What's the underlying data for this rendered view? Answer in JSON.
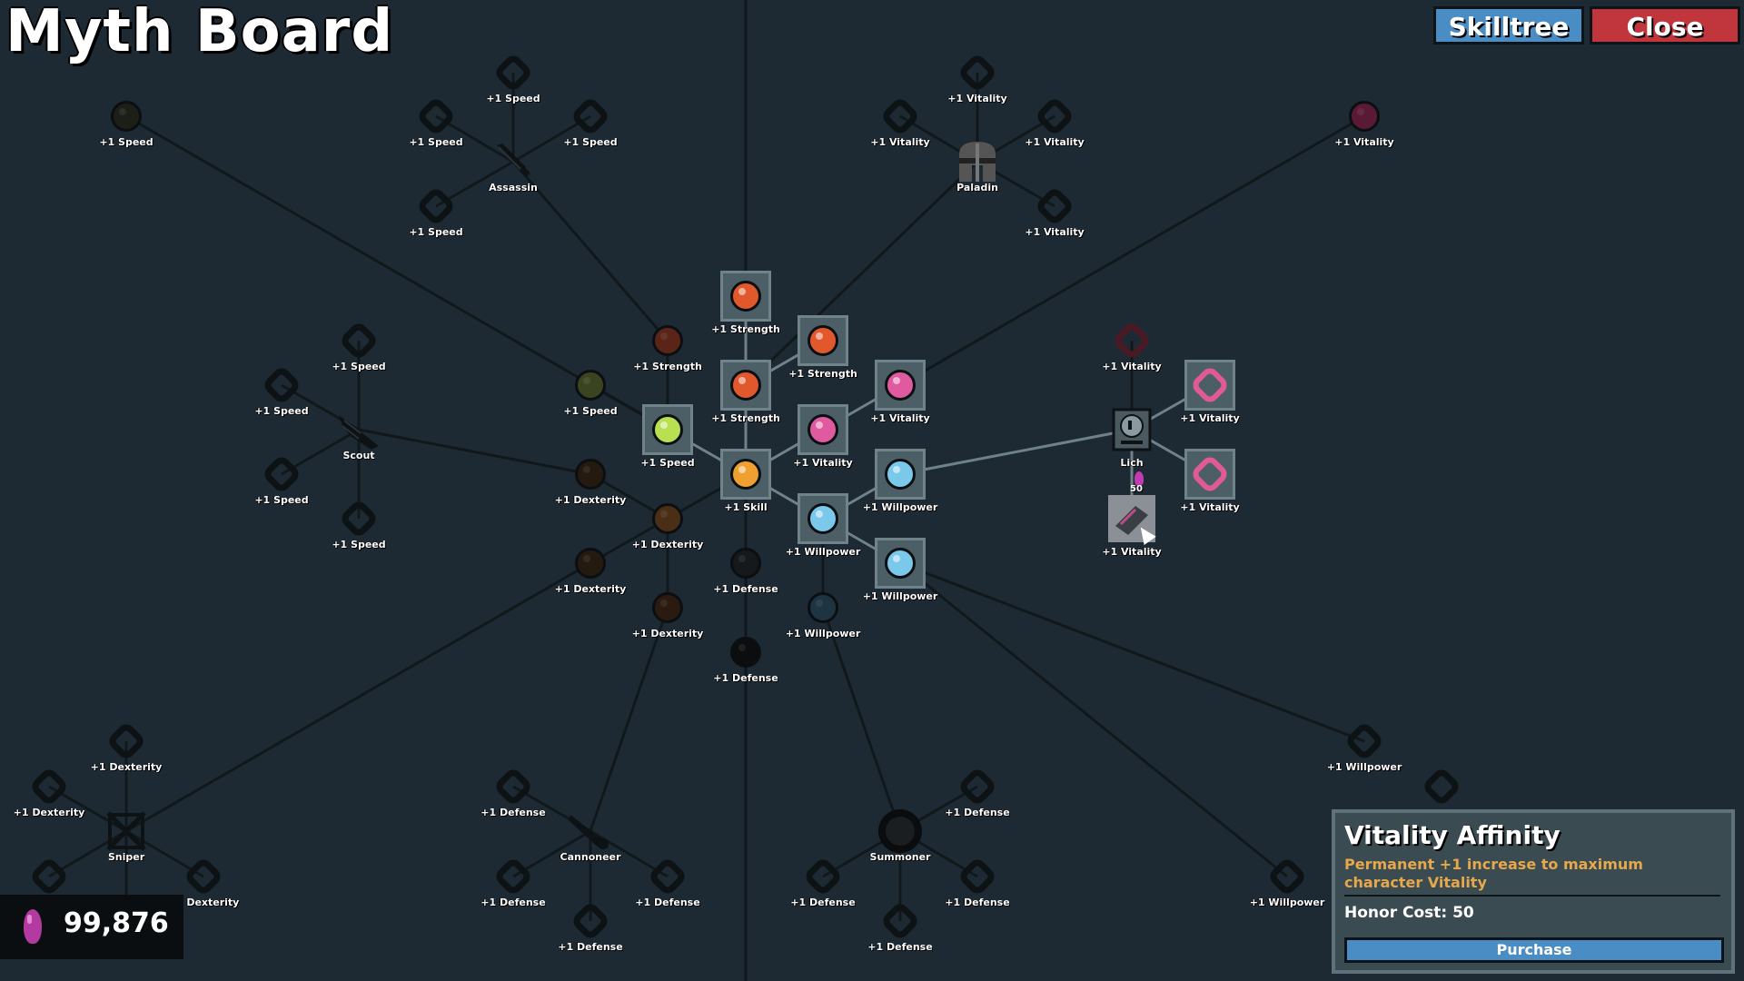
{
  "title": "Myth Board",
  "buttons": {
    "skilltree": "Skilltree",
    "close": "Close"
  },
  "currency": {
    "value": "99,876"
  },
  "tooltip": {
    "title": "Vitality Affinity",
    "description": "Permanent +1 increase to maximum character Vitality",
    "cost": "Honor Cost: 50",
    "button": "Purchase"
  },
  "lich_cost": "50",
  "colors": {
    "strength": "#e05a2a",
    "vitality": "#e05aa0",
    "speed": "#a8d84a",
    "skill": "#f0a030",
    "willpower": "#7ac8ea",
    "dexterity": "#5a3a1a",
    "defense": "#101417",
    "skilltree_button": "#4a8cc4",
    "close_button": "#c0363c"
  },
  "nodes": [
    {
      "id": "s1",
      "label": "+1 Speed",
      "kind": "ring"
    },
    {
      "id": "s2",
      "label": "+1 Speed",
      "kind": "ring"
    },
    {
      "id": "s3",
      "label": "+1 Speed",
      "kind": "ring"
    },
    {
      "id": "s4",
      "label": "+1 Speed",
      "kind": "ring"
    },
    {
      "id": "s5",
      "label": "+1 Speed",
      "kind": "orb-dim",
      "color": "#1c1f18"
    },
    {
      "id": "assassin",
      "label": "Assassin",
      "kind": "class",
      "icon": "dagger-icon"
    },
    {
      "id": "v1",
      "label": "+1 Vitality",
      "kind": "ring"
    },
    {
      "id": "v2",
      "label": "+1 Vitality",
      "kind": "ring"
    },
    {
      "id": "v3",
      "label": "+1 Vitality",
      "kind": "ring"
    },
    {
      "id": "v4",
      "label": "+1 Vitality",
      "kind": "ring"
    },
    {
      "id": "paladin",
      "label": "Paladin",
      "kind": "class",
      "icon": "helmet-icon"
    },
    {
      "id": "v5",
      "label": "+1 Vitality",
      "kind": "orb-dim",
      "color": "#5a1a36"
    },
    {
      "id": "str1",
      "label": "+1 Strength",
      "kind": "boxed-orb",
      "color": "#e0582c"
    },
    {
      "id": "str2",
      "label": "+1 Strength",
      "kind": "orb-dim",
      "color": "#5a2418"
    },
    {
      "id": "str3",
      "label": "+1 Strength",
      "kind": "boxed-orb",
      "color": "#e0582c"
    },
    {
      "id": "str4",
      "label": "+1 Strength",
      "kind": "boxed-orb",
      "color": "#e0582c"
    },
    {
      "id": "vit_a",
      "label": "+1 Vitality",
      "kind": "boxed-orb",
      "color": "#e05aa0"
    },
    {
      "id": "vit_b",
      "label": "+1 Vitality",
      "kind": "boxed-orb",
      "color": "#e05aa0"
    },
    {
      "id": "sp_a",
      "label": "+1 Speed",
      "kind": "orb-dim",
      "color": "#3a4420"
    },
    {
      "id": "sp_b",
      "label": "+1 Speed",
      "kind": "boxed-orb",
      "color": "#b8e050"
    },
    {
      "id": "skill",
      "label": "+1 Skill",
      "kind": "boxed-orb",
      "color": "#f0a030"
    },
    {
      "id": "wp1",
      "label": "+1 Willpower",
      "kind": "boxed-orb",
      "color": "#7ac8ea"
    },
    {
      "id": "wp2",
      "label": "+1 Willpower",
      "kind": "boxed-orb",
      "color": "#7ac8ea"
    },
    {
      "id": "wp3",
      "label": "+1 Willpower",
      "kind": "boxed-orb",
      "color": "#7ac8ea"
    },
    {
      "id": "wp4",
      "label": "+1 Willpower",
      "kind": "orb-dim",
      "color": "#1e3440"
    },
    {
      "id": "dx1",
      "label": "+1 Dexterity",
      "kind": "orb-dim",
      "color": "#241a10"
    },
    {
      "id": "dx2",
      "label": "+1 Dexterity",
      "kind": "orb-dim",
      "color": "#4a2e16"
    },
    {
      "id": "dx3",
      "label": "+1 Dexterity",
      "kind": "orb-dim",
      "color": "#241a10"
    },
    {
      "id": "dx4",
      "label": "+1 Dexterity",
      "kind": "orb-dim",
      "color": "#2a1a10"
    },
    {
      "id": "df1",
      "label": "+1 Defense",
      "kind": "orb-dim",
      "color": "#15191c"
    },
    {
      "id": "df2",
      "label": "+1 Defense",
      "kind": "orb-dim",
      "color": "#0b0d0e"
    },
    {
      "id": "sc1",
      "label": "+1 Speed",
      "kind": "ring"
    },
    {
      "id": "sc2",
      "label": "+1 Speed",
      "kind": "ring"
    },
    {
      "id": "sc3",
      "label": "+1 Speed",
      "kind": "ring"
    },
    {
      "id": "sc4",
      "label": "+1 Speed",
      "kind": "ring"
    },
    {
      "id": "scout",
      "label": "Scout",
      "kind": "class",
      "icon": "wing-icon"
    },
    {
      "id": "lv1",
      "label": "+1 Vitality",
      "kind": "ring-darkred"
    },
    {
      "id": "lv2",
      "label": "+1 Vitality",
      "kind": "boxed-ring"
    },
    {
      "id": "lv3",
      "label": "+1 Vitality",
      "kind": "boxed-ring"
    },
    {
      "id": "lich",
      "label": "Lich",
      "kind": "class-boxed",
      "icon": "skull-icon"
    },
    {
      "id": "lv4",
      "label": "+1 Vitality",
      "kind": "class-selected",
      "icon": "scroll-icon"
    },
    {
      "id": "snd1",
      "label": "+1 Dexterity",
      "kind": "ring"
    },
    {
      "id": "snd2",
      "label": "+1 Dexterity",
      "kind": "ring"
    },
    {
      "id": "snd3",
      "label": "+1 Dexterity",
      "kind": "ring"
    },
    {
      "id": "snd4",
      "label": "+1 Dexterity",
      "kind": "ring"
    },
    {
      "id": "snd5",
      "label": "+1 Dexterity",
      "kind": "ring"
    },
    {
      "id": "sniper",
      "label": "Sniper",
      "kind": "class",
      "icon": "bow-icon"
    },
    {
      "id": "cd1",
      "label": "+1 Defense",
      "kind": "ring"
    },
    {
      "id": "cd2",
      "label": "+1 Defense",
      "kind": "ring"
    },
    {
      "id": "cd3",
      "label": "+1 Defense",
      "kind": "ring"
    },
    {
      "id": "cd4",
      "label": "+1 Defense",
      "kind": "ring"
    },
    {
      "id": "cannoneer",
      "label": "Cannoneer",
      "kind": "class",
      "icon": "cannon-icon"
    },
    {
      "id": "sd1",
      "label": "+1 Defense",
      "kind": "ring"
    },
    {
      "id": "sd2",
      "label": "+1 Defense",
      "kind": "ring"
    },
    {
      "id": "sd3",
      "label": "+1 Defense",
      "kind": "ring"
    },
    {
      "id": "sd4",
      "label": "+1 Defense",
      "kind": "ring"
    },
    {
      "id": "summoner",
      "label": "Summoner",
      "kind": "class",
      "icon": "orb-icon"
    },
    {
      "id": "bw1",
      "label": "+1 Willpower",
      "kind": "ring"
    },
    {
      "id": "bw2",
      "label": "",
      "kind": "ring"
    },
    {
      "id": "bw3",
      "label": "+1 Willpower",
      "kind": "ring"
    }
  ]
}
